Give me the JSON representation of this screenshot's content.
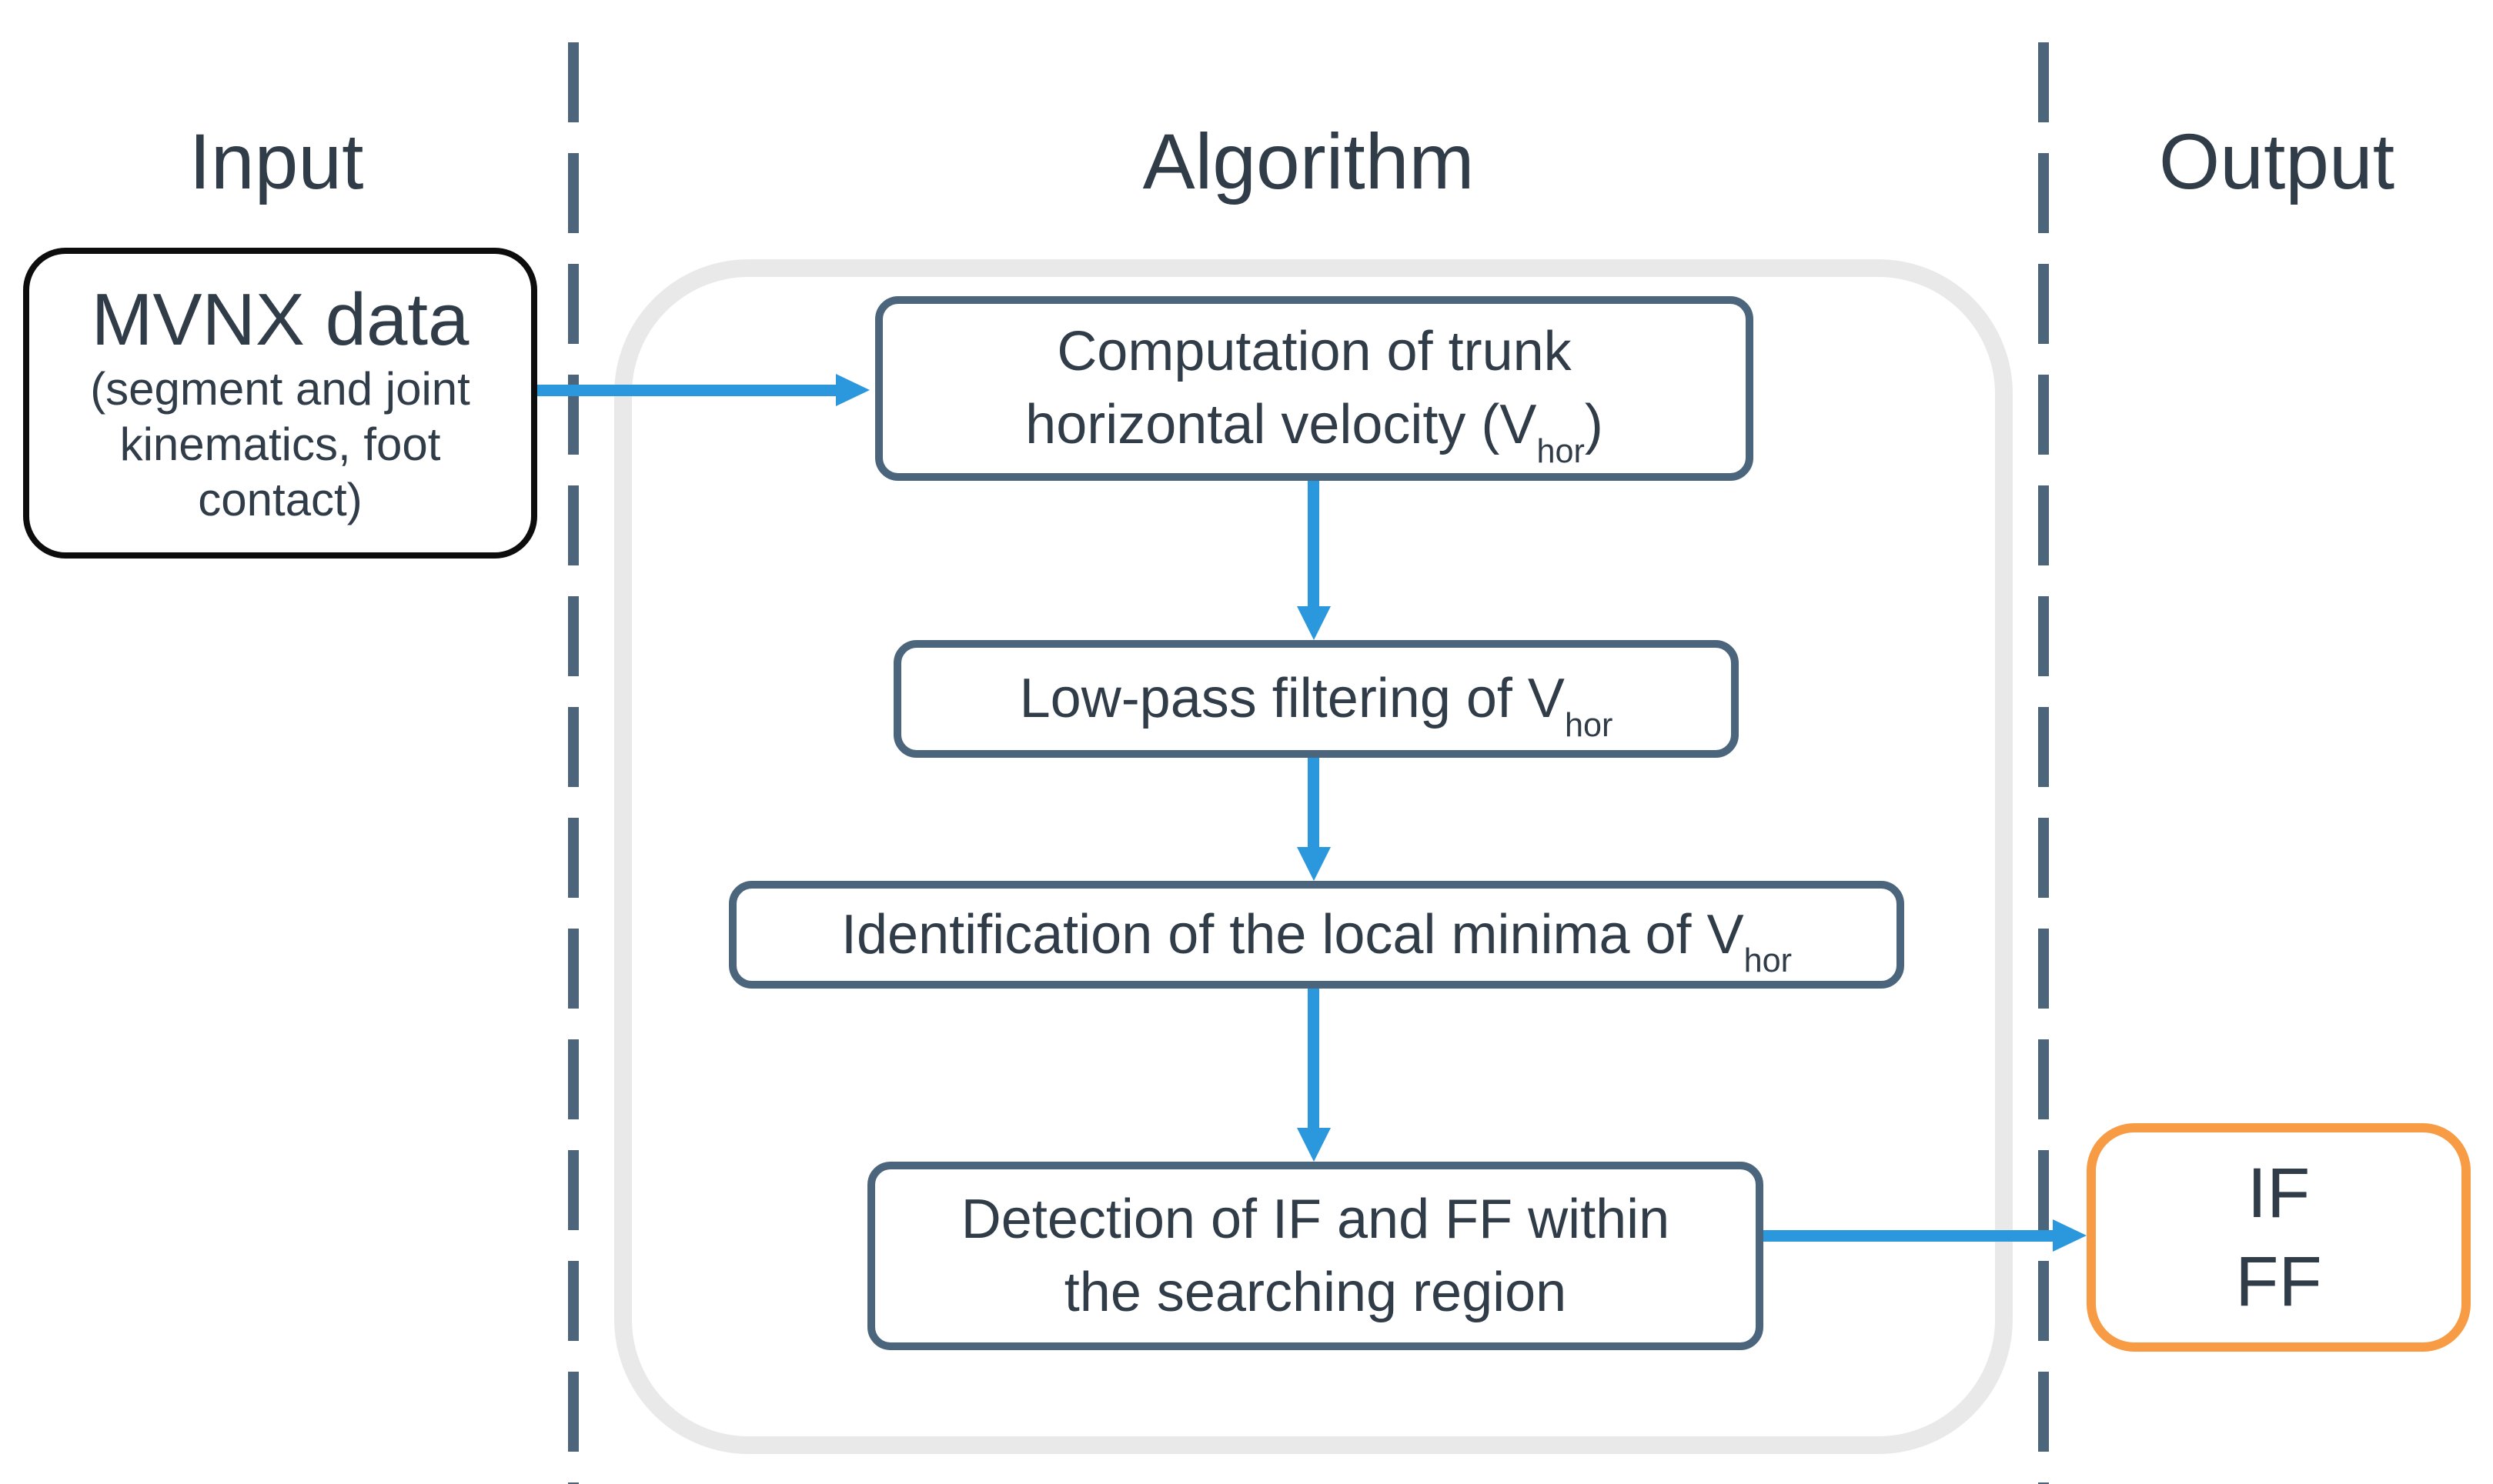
{
  "theme": {
    "blue": "#2b97dc",
    "border": "#4a657c",
    "dash": "#4c657a",
    "text": "#303c48",
    "gray": "#e9e9e9",
    "orange": "#f79b44",
    "black": "#0d0d0d"
  },
  "headers": {
    "input": "Input",
    "algorithm": "Algorithm",
    "output": "Output"
  },
  "input_box": {
    "title": "MVNX data",
    "subtitle_lines": [
      "(segment and joint",
      "kinematics, foot",
      "contact)"
    ]
  },
  "steps": [
    {
      "line1": "Computation of trunk",
      "line2": {
        "pre": "horizontal velocity (V",
        "sub": "hor",
        "post": ")"
      }
    },
    {
      "line1": {
        "pre": "Low-pass filtering of V",
        "sub": "hor",
        "post": ""
      }
    },
    {
      "line1": {
        "pre": "Identification of the local minima of V",
        "sub": "hor",
        "post": ""
      }
    },
    {
      "line1": "Detection of IF and FF within",
      "line2": "the searching region"
    }
  ],
  "output_box": {
    "lines": [
      "IF",
      "FF"
    ]
  }
}
